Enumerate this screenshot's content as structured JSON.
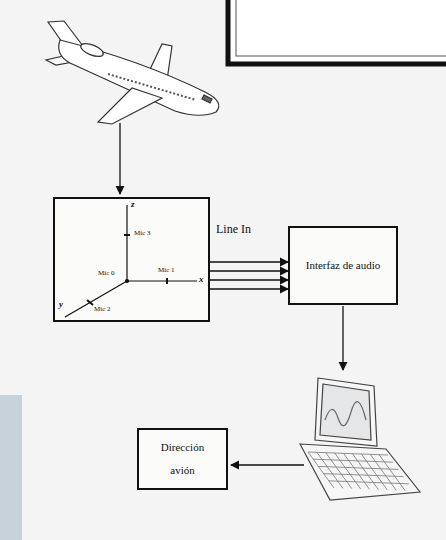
{
  "diagram": {
    "nodes": [
      {
        "text": [
          "z",
          "Mic 3",
          "Mic 0",
          "Mic 1",
          "x",
          "y",
          "Mic 2"
        ]
      },
      {
        "text": [
          "Interfaz de audio"
        ]
      },
      {
        "text": [
          "Dirección avión"
        ]
      }
    ],
    "edges": [
      {
        "from": 0,
        "to": 1,
        "arrow": "to",
        "label": "Line In"
      },
      {
        "from": 0,
        "to": 1,
        "arrow": "to"
      },
      {
        "from": 0,
        "to": 1,
        "arrow": "to"
      },
      {
        "from": 0,
        "to": 1,
        "arrow": "to"
      }
    ]
  }
}
